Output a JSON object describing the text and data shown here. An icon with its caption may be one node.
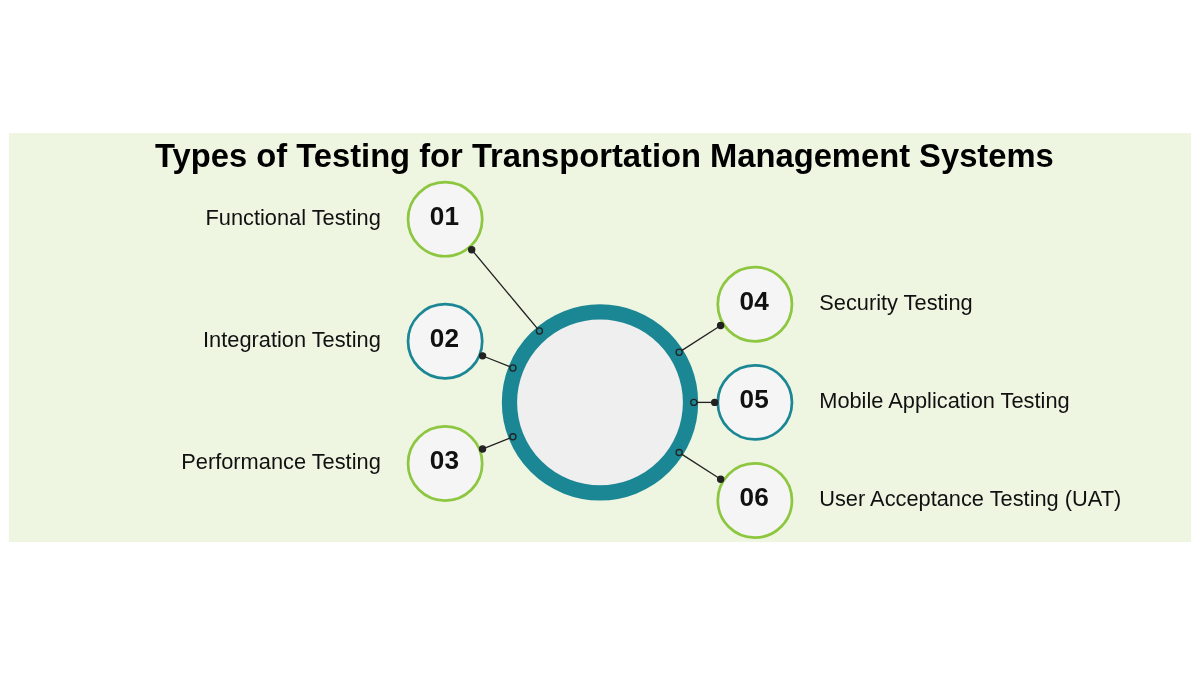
{
  "diagram": {
    "title": "Types of Testing for Transportation Management Systems",
    "nodes": [
      {
        "text": [],
        "shape": "circle"
      },
      {
        "text": [
          "01"
        ],
        "beside": [
          "Functional Testing"
        ]
      },
      {
        "text": [
          "02"
        ],
        "beside": [
          "Integration Testing"
        ]
      },
      {
        "text": [
          "03"
        ],
        "beside": [
          "Performance Testing"
        ]
      },
      {
        "text": [
          "04"
        ],
        "beside": [
          "Security Testing"
        ]
      },
      {
        "text": [
          "05"
        ],
        "beside": [
          "Mobile Application Testing"
        ]
      },
      {
        "text": [
          "06"
        ],
        "beside": [
          "User Acceptance Testing (UAT)"
        ]
      }
    ],
    "edges": [
      {
        "from": 0,
        "to": 1,
        "arrow": "other"
      },
      {
        "from": 0,
        "to": 2,
        "arrow": "other"
      },
      {
        "from": 0,
        "to": 3,
        "arrow": "other"
      },
      {
        "from": 0,
        "to": 4,
        "arrow": "other"
      },
      {
        "from": 0,
        "to": 5,
        "arrow": "other"
      },
      {
        "from": 0,
        "to": 6,
        "arrow": "other"
      }
    ]
  }
}
